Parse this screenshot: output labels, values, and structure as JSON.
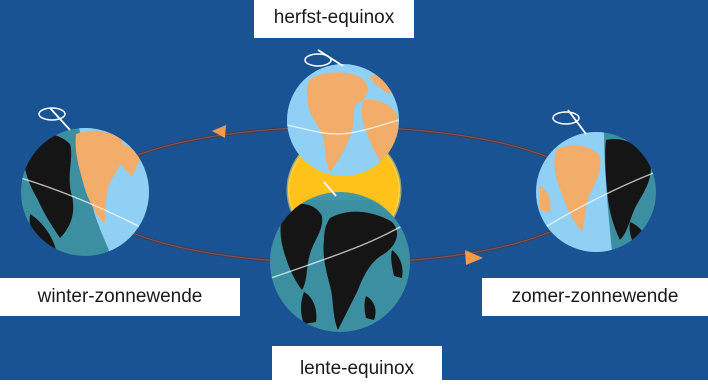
{
  "labels": {
    "top": "herfst-equinox",
    "left": "winter-zonnewende",
    "right": "zomer-zonnewende",
    "bottom": "lente-equinox"
  },
  "colors": {
    "background": "#1d5a9c",
    "orbit": "#4e3b45",
    "sun": "#ffc21a",
    "ocean_lit": "#8fd0f4",
    "ocean_dark": "#3c8fa0",
    "land_lit": "#f2ad6a",
    "land_dark": "#151515",
    "arrow": "#f39a4c"
  }
}
